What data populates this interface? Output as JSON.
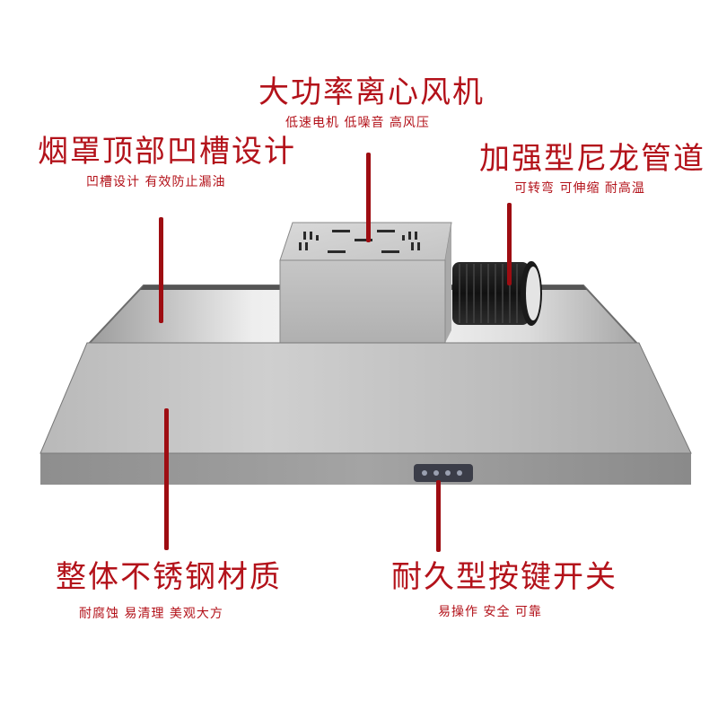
{
  "features": {
    "fan": {
      "title": "大功率离心风机",
      "subtitle": "低速电机  低噪音  高风压"
    },
    "groove": {
      "title": "烟罩顶部凹槽设计",
      "subtitle": "凹槽设计  有效防止漏油"
    },
    "duct": {
      "title": "加强型尼龙管道",
      "subtitle": "可转弯  可伸缩  耐高温"
    },
    "steel": {
      "title": "整体不锈钢材质",
      "subtitle": "耐腐蚀  易清理  美观大方"
    },
    "switch": {
      "title": "耐久型按键开关",
      "subtitle": "易操作  安全  可靠"
    }
  },
  "colors": {
    "accent": "#b3121a",
    "pointer": "#9e0d12",
    "steel_light": "#d8d8d8",
    "steel_dark": "#8f8f8f"
  }
}
